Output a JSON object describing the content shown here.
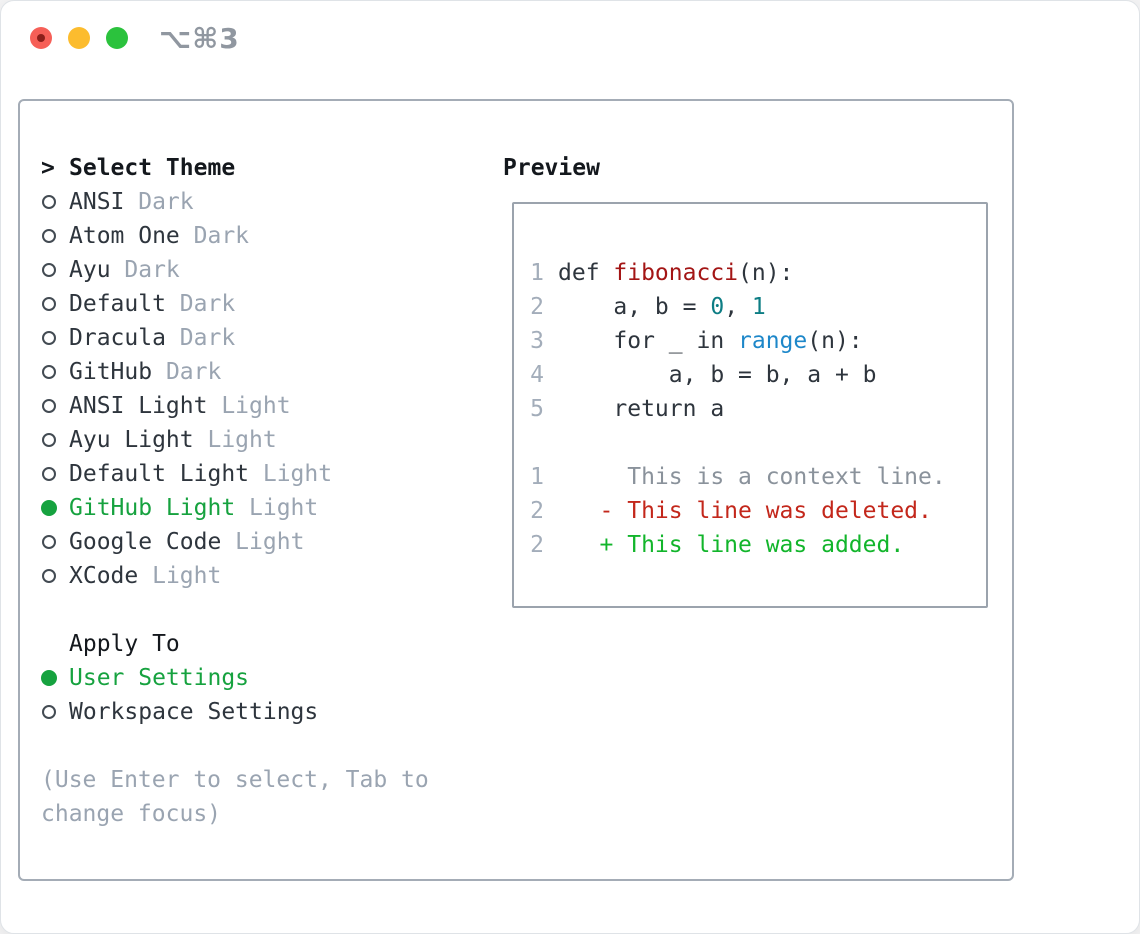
{
  "window": {
    "titlebar": {
      "shortcut_label": "⌥⌘3",
      "traffic_lights": [
        {
          "name": "close",
          "color": "#f65f57",
          "dot_color": "#8c1f1a"
        },
        {
          "name": "minimize",
          "color": "#fcbc2e"
        },
        {
          "name": "zoom",
          "color": "#2bc23d"
        }
      ]
    }
  },
  "theme_panel": {
    "header": {
      "prefix": ">",
      "label": "Select Theme"
    },
    "themes": [
      {
        "name": "ANSI",
        "variant": "Dark",
        "selected": false
      },
      {
        "name": "Atom One",
        "variant": "Dark",
        "selected": false
      },
      {
        "name": "Ayu",
        "variant": "Dark",
        "selected": false
      },
      {
        "name": "Default",
        "variant": "Dark",
        "selected": false
      },
      {
        "name": "Dracula",
        "variant": "Dark",
        "selected": false
      },
      {
        "name": "GitHub",
        "variant": "Dark",
        "selected": false
      },
      {
        "name": "ANSI Light",
        "variant": "Light",
        "selected": false
      },
      {
        "name": "Ayu Light",
        "variant": "Light",
        "selected": false
      },
      {
        "name": "Default Light",
        "variant": "Light",
        "selected": false
      },
      {
        "name": "GitHub Light",
        "variant": "Light",
        "selected": true
      },
      {
        "name": "Google Code",
        "variant": "Light",
        "selected": false
      },
      {
        "name": "XCode",
        "variant": "Light",
        "selected": false
      }
    ],
    "apply_to": {
      "label": "Apply To",
      "options": [
        {
          "label": "User Settings",
          "selected": true
        },
        {
          "label": "Workspace Settings",
          "selected": false
        }
      ]
    },
    "hint_lines": [
      "(Use Enter to select, Tab to",
      "change focus)"
    ]
  },
  "preview": {
    "label": "Preview",
    "python": {
      "lines": [
        {
          "number": "1",
          "segments": [
            {
              "text": "def ",
              "style": "plain"
            },
            {
              "text": "fibonacci",
              "style": "function"
            },
            {
              "text": "(n):",
              "style": "plain"
            }
          ]
        },
        {
          "number": "2",
          "segments": [
            {
              "text": "    a, b = ",
              "style": "plain"
            },
            {
              "text": "0",
              "style": "number"
            },
            {
              "text": ", ",
              "style": "plain"
            },
            {
              "text": "1",
              "style": "number"
            }
          ]
        },
        {
          "number": "3",
          "segments": [
            {
              "text": "    for _ in ",
              "style": "plain"
            },
            {
              "text": "range",
              "style": "builtin"
            },
            {
              "text": "(n):",
              "style": "plain"
            }
          ]
        },
        {
          "number": "4",
          "segments": [
            {
              "text": "        a, b = b, a + b",
              "style": "plain"
            }
          ]
        },
        {
          "number": "5",
          "segments": [
            {
              "text": "    return a",
              "style": "plain"
            }
          ]
        }
      ]
    },
    "diff": {
      "lines": [
        {
          "number": "1",
          "segments": [
            {
              "text": "     This is a context line.",
              "style": "context"
            }
          ]
        },
        {
          "number": "2",
          "segments": [
            {
              "text": "   - This line was deleted.",
              "style": "deleted"
            }
          ]
        },
        {
          "number": "2",
          "segments": [
            {
              "text": "   + This line was added.",
              "style": "added"
            }
          ]
        }
      ]
    }
  },
  "colors": {
    "text_primary": "#2e353d",
    "text_muted": "#9aa4b1",
    "selection_green": "#16a23f",
    "diff_added": "#12b52b",
    "diff_deleted": "#c3271b",
    "syntax_function": "#a31515",
    "syntax_number": "#0d7d84",
    "syntax_builtin": "#1d87c9",
    "gutter_gray": "#a3adba",
    "context_gray": "#8a929b",
    "panel_border": "#a4acb6"
  }
}
